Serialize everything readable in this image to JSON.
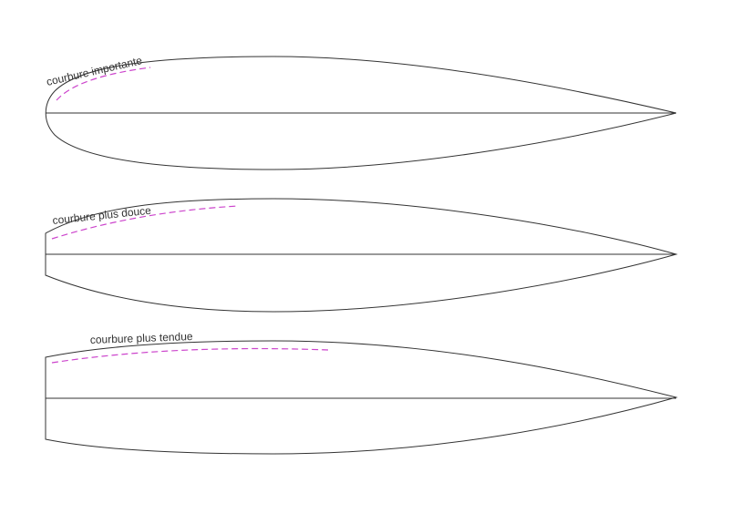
{
  "colors": {
    "outline": "#333333",
    "dashed_curve": "#cc44cc",
    "background": "#ffffff"
  },
  "profiles": [
    {
      "label": "courbure importante"
    },
    {
      "label": "courbure plus douce"
    },
    {
      "label": "courbure plus tendue"
    }
  ]
}
